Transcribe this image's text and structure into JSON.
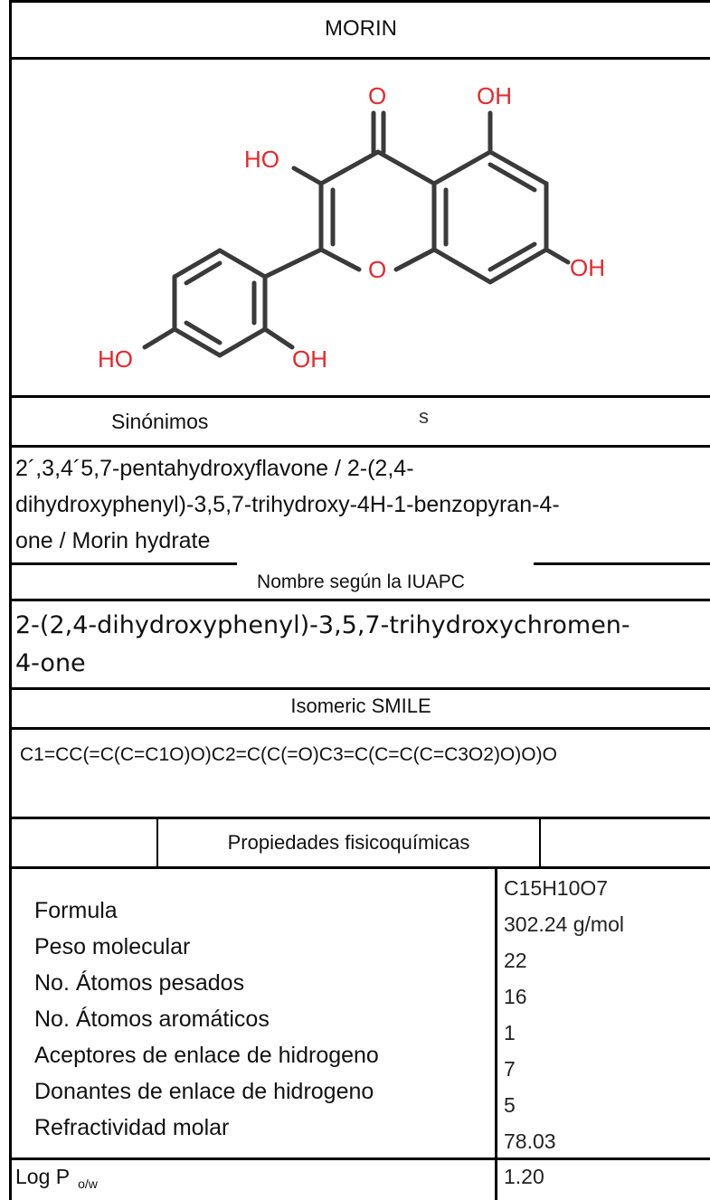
{
  "table": {
    "title": "MORIN",
    "structure_labels": {
      "o_top": "O",
      "oh_top_right": "OH",
      "ho_left": "HO",
      "o_ring": "O",
      "oh_right": "OH",
      "ho_bottom": "HO",
      "oh_bottom": "OH"
    },
    "synonyms_header": "Sinónimos",
    "synonyms_underlay": "s",
    "synonyms_lines": [
      "2´,3,4´5,7-pentahydroxyflavone /  2-(2,4-",
      "dihydroxyphenyl)-3,5,7-trihydroxy-4H-1-benzopyran-4-",
      "one / Morin hydrate"
    ],
    "iupac_header": "Nombre según la IUAPC",
    "iupac_lines": [
      "2-(2,4-dihydroxyphenyl)-3,5,7-trihydroxychromen-",
      "4-one"
    ],
    "smiles_header": "Isomeric SMILE",
    "smiles_value": "C1=CC(=C(C=C1O)O)C2=C(C(=O)C3=C(C=C(C=C3O2)O)O)O",
    "props_header": "Propiedades fisicoquímicas",
    "props_labels": [
      "Formula",
      "Peso molecular",
      "No. Átomos pesados",
      "No. Átomos aromáticos",
      "Aceptores de enlace de hidrogeno",
      "Donantes de enlace de hidrogeno",
      "Refractividad molar"
    ],
    "props_values": [
      "C15H10O7",
      "302.24 g/mol",
      "22",
      "16",
      "1",
      "7",
      "5",
      "78.03"
    ],
    "logp_label": "Log P",
    "logp_sub": "o/w",
    "logp_value": "1.20"
  },
  "colors": {
    "oxygen": "#e8262c",
    "bond": "#3a3a3a"
  }
}
